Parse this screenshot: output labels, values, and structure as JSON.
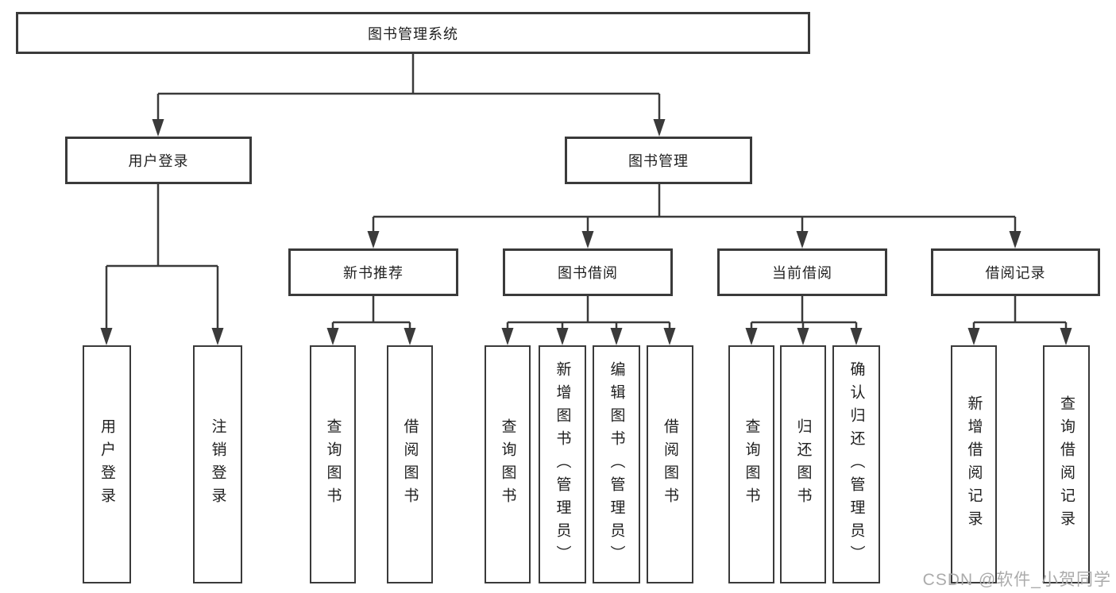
{
  "title": "图书管理系统",
  "tree": {
    "root": {
      "label": "图书管理系统"
    },
    "children": [
      {
        "label": "用户登录",
        "children": [
          {
            "label": "用户登录"
          },
          {
            "label": "注销登录"
          }
        ]
      },
      {
        "label": "图书管理",
        "children": [
          {
            "label": "新书推荐",
            "children": [
              {
                "label": "查询图书"
              },
              {
                "label": "借阅图书"
              }
            ]
          },
          {
            "label": "图书借阅",
            "children": [
              {
                "label": "查询图书"
              },
              {
                "label": "新增图书（管理员）"
              },
              {
                "label": "编辑图书（管理员）"
              },
              {
                "label": "借阅图书"
              }
            ]
          },
          {
            "label": "当前借阅",
            "children": [
              {
                "label": "查询图书"
              },
              {
                "label": "归还图书"
              },
              {
                "label": "确认归还（管理员）"
              }
            ]
          },
          {
            "label": "借阅记录",
            "children": [
              {
                "label": "新增借阅记录"
              },
              {
                "label": "查询借阅记录"
              }
            ]
          }
        ]
      }
    ]
  },
  "watermark": "CSDN @软件_小贺同学",
  "colors": {
    "line": "#3a3a3a",
    "box_border": "#3a3a3a",
    "box_fill": "#ffffff",
    "text": "#1f1f1f",
    "watermark": "#ababab",
    "background": "#ffffff"
  }
}
